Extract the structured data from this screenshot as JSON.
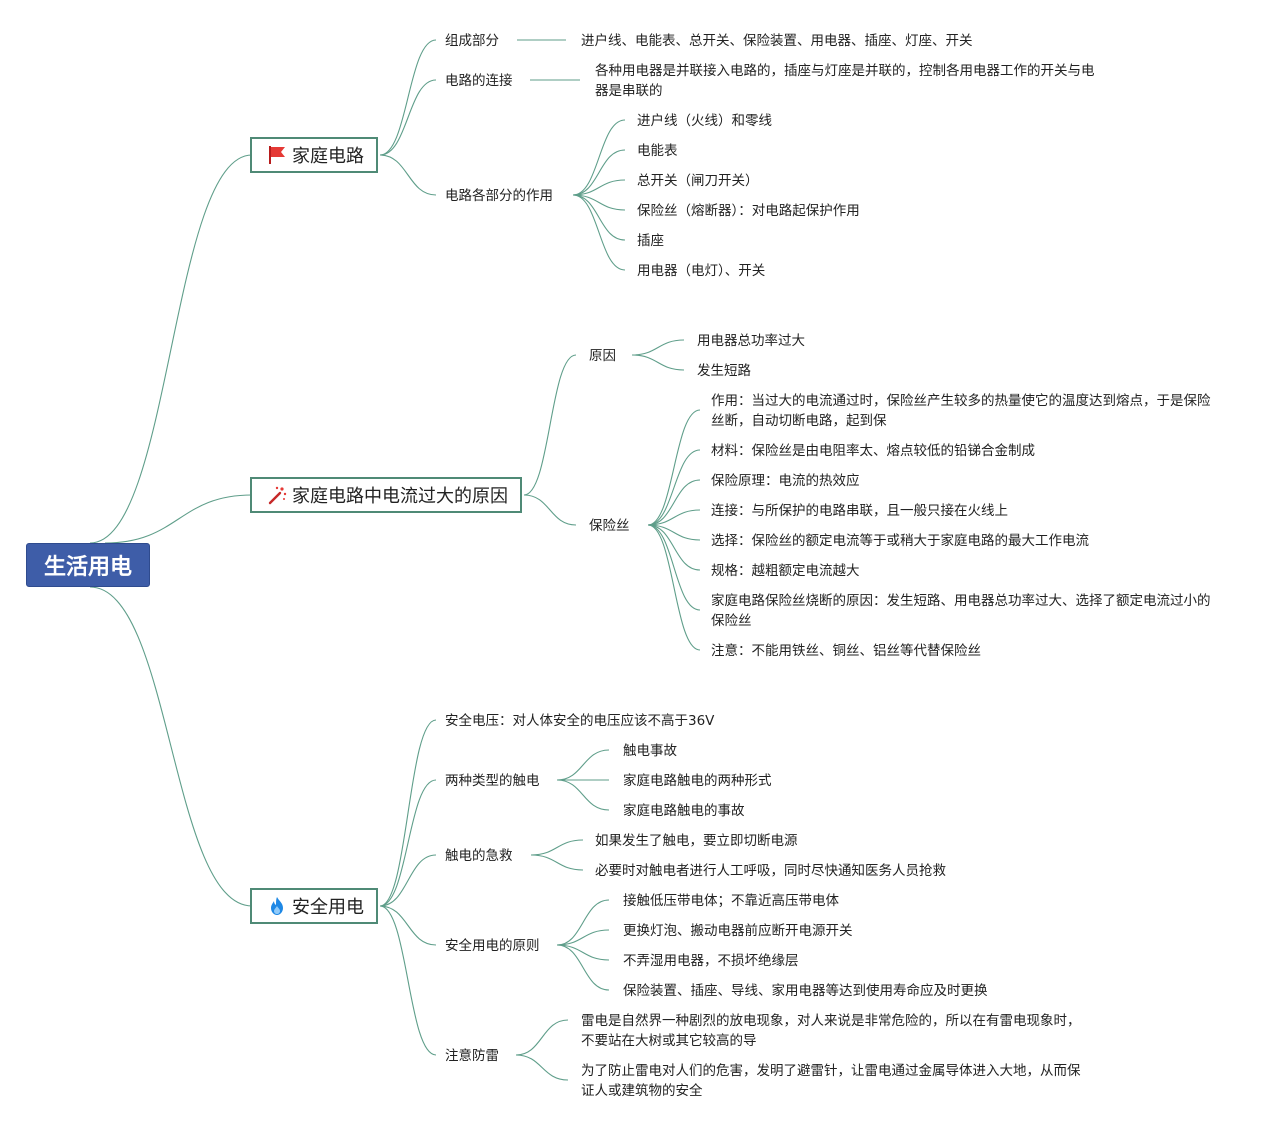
{
  "root": {
    "label": "生活用电"
  },
  "colors": {
    "root_bg": "#3e5da8",
    "line": "#5f9e8a",
    "node_border": "#4f8a76"
  },
  "branches": [
    {
      "label": "家庭电路",
      "icon": "red-flag-icon",
      "children": [
        {
          "label": "组成部分",
          "children": [
            "进户线、电能表、总开关、保险装置、用电器、插座、灯座、开关"
          ]
        },
        {
          "label": "电路的连接",
          "children": [
            "各种用电器是并联接入电路的，插座与灯座是并联的，控制各用电器工作的开关与电器是串联的"
          ]
        },
        {
          "label": "电路各部分的作用",
          "children": [
            "进户线（火线）和零线",
            "电能表",
            "总开关（闸刀开关）",
            "保险丝（熔断器）：对电路起保护作用",
            "插座",
            "用电器（电灯）、开关"
          ]
        }
      ]
    },
    {
      "label": "家庭电路中电流过大的原因",
      "icon": "magic-wand-icon",
      "children": [
        {
          "label": "原因",
          "children": [
            "用电器总功率过大",
            "发生短路"
          ]
        },
        {
          "label": "保险丝",
          "children": [
            "作用：当过大的电流通过时，保险丝产生较多的热量使它的温度达到熔点，于是保险丝断，自动切断电路，起到保",
            "材料：保险丝是由电阻率太、熔点较低的铅锑合金制成",
            "保险原理：电流的热效应",
            "连接：与所保护的电路串联，且一般只接在火线上",
            "选择：保险丝的额定电流等于或稍大于家庭电路的最大工作电流",
            "规格：越粗额定电流越大",
            "家庭电路保险丝烧断的原因：发生短路、用电器总功率过大、选择了额定电流过小的保险丝",
            "注意：不能用铁丝、铜丝、铝丝等代替保险丝"
          ]
        }
      ]
    },
    {
      "label": "安全用电",
      "icon": "fire-icon",
      "children": [
        {
          "label": "安全电压：对人体安全的电压应该不高于36V",
          "children": []
        },
        {
          "label": "两种类型的触电",
          "children": [
            "触电事故",
            "家庭电路触电的两种形式",
            "家庭电路触电的事故"
          ]
        },
        {
          "label": "触电的急救",
          "children": [
            "如果发生了触电，要立即切断电源",
            "必要时对触电者进行人工呼吸，同时尽快通知医务人员抢救"
          ]
        },
        {
          "label": "安全用电的原则",
          "children": [
            "接触低压带电体；不靠近高压带电体",
            "更换灯泡、搬动电器前应断开电源开关",
            "不弄湿用电器，不损坏绝缘层",
            "保险装置、插座、导线、家用电器等达到使用寿命应及时更换"
          ]
        },
        {
          "label": "注意防雷",
          "children": [
            "雷电是自然界一种剧烈的放电现象，对人来说是非常危险的，所以在有雷电现象时，不要站在大树或其它较高的导",
            "为了防止雷电对人们的危害，发明了避雷针，让雷电通过金属导体进入大地，从而保证人或建筑物的安全"
          ]
        }
      ]
    }
  ]
}
